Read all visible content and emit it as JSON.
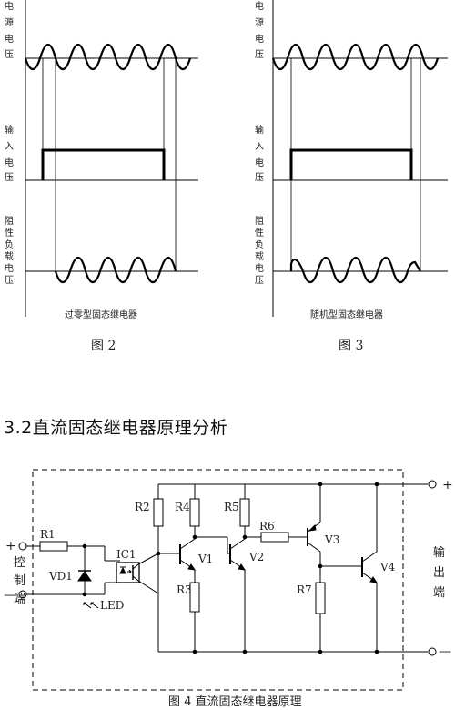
{
  "fig2": {
    "labels": {
      "source_voltage": [
        "电",
        "源",
        "电",
        "压"
      ],
      "input_voltage": [
        "输",
        "入",
        "电",
        "压"
      ],
      "load_voltage": [
        "阻",
        "性",
        "负",
        "载",
        "电",
        "压"
      ]
    },
    "caption_inner": "过零型固态继电器",
    "caption": "图 2"
  },
  "fig3": {
    "labels": {
      "source_voltage": [
        "电",
        "源",
        "电",
        "压"
      ],
      "input_voltage": [
        "输",
        "入",
        "电",
        "压"
      ],
      "load_voltage": [
        "阻",
        "性",
        "负",
        "载",
        "电",
        "压"
      ]
    },
    "caption_inner": "随机型固态继电器",
    "caption": "图 3"
  },
  "section": {
    "title": "3.2直流固态继电器原理分析"
  },
  "fig4": {
    "caption": "图 4 直流固态继电器原理",
    "components": {
      "R1": "R1",
      "R2": "R2",
      "R3": "R3",
      "R4": "R4",
      "R5": "R5",
      "R6": "R6",
      "R7": "R7",
      "V1": "V1",
      "V2": "V2",
      "V3": "V3",
      "V4": "V4",
      "VD1": "VD1",
      "IC1": "IC1",
      "LED": "LED"
    },
    "input_label": [
      "控",
      "制",
      "端"
    ],
    "output_label": [
      "输",
      "出",
      "端"
    ],
    "plus": "+",
    "minus": "—"
  }
}
